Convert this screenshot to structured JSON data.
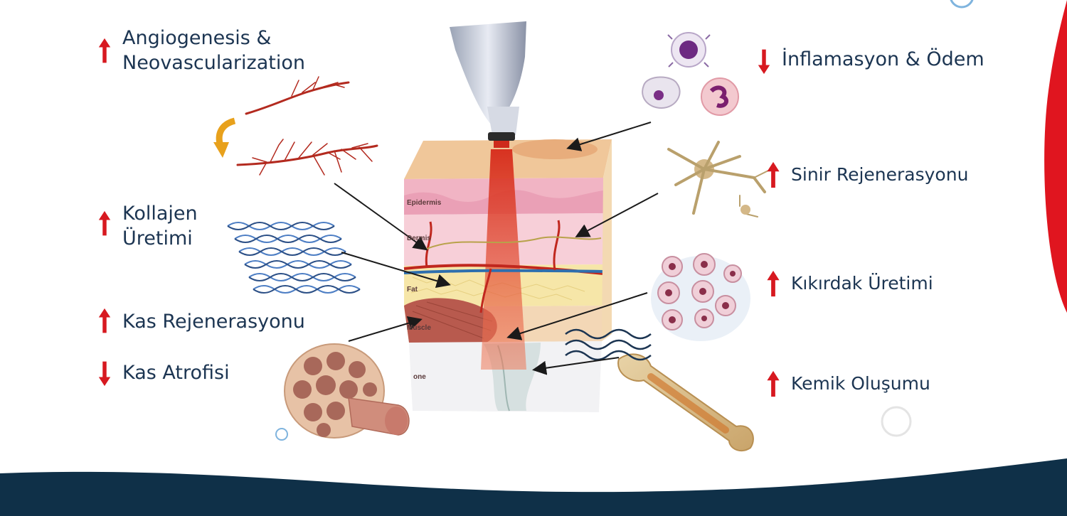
{
  "colors": {
    "text": "#1c3552",
    "arrow_up": "#d71920",
    "arrow_down": "#d71920",
    "navy_band": "#0f3048",
    "red_accent": "#e0151f"
  },
  "labels": {
    "angiogenesis": {
      "line1": "Angiogenesis &",
      "line2": "Neovascularization",
      "direction": "up"
    },
    "kollajen": {
      "line1": "Kollajen",
      "line2": "Üretimi",
      "direction": "up"
    },
    "kas_rejenerasyonu": {
      "text": "Kas Rejenerasyonu",
      "direction": "up"
    },
    "kas_atrofisi": {
      "text": "Kas Atrofisi",
      "direction": "down"
    },
    "inflamasyon": {
      "text": "İnflamasyon & Ödem",
      "direction": "down"
    },
    "sinir": {
      "text": "Sinir Rejenerasyonu",
      "direction": "up"
    },
    "kikirdak": {
      "text": "Kıkırdak Üretimi",
      "direction": "up"
    },
    "kemik": {
      "text": "Kemik Oluşumu",
      "direction": "up"
    }
  },
  "skin_layers": {
    "epidermis": "Epidermis",
    "dermis": "Dermis",
    "fat": "Fat",
    "muscle": "Muscle",
    "bone": "one"
  },
  "icons": [
    "arrow-up-icon",
    "arrow-down-icon",
    "laser-probe",
    "blood-vessel",
    "collagen-helix",
    "muscle-fiber",
    "immune-cells",
    "neuron",
    "cartilage-cells",
    "bone",
    "skin-cross-section"
  ]
}
